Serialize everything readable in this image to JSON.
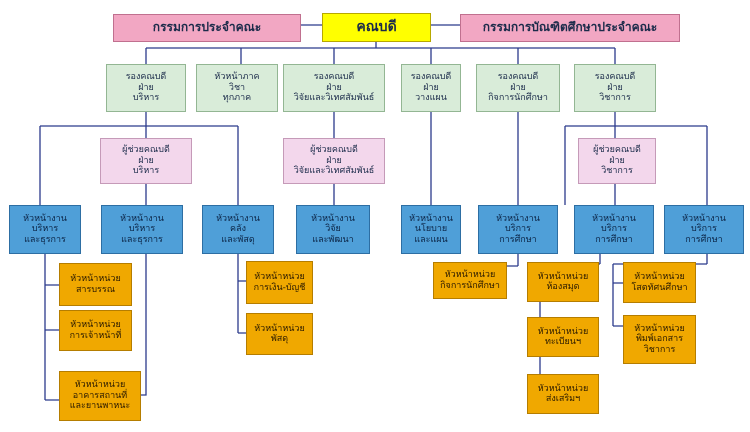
{
  "top": {
    "dean": "คณบดี",
    "faculty_committee": "กรรมการประจำคณะ",
    "graduate_committee": "กรรมการบัณฑิตศึกษาประจำคณะ"
  },
  "level2": {
    "vd_admin": [
      "รองคณบดี",
      "ฝ่าย",
      "บริหาร"
    ],
    "dept_heads": [
      "หัวหน้าภาค",
      "วิชา",
      "ทุกภาค"
    ],
    "vd_research": [
      "รองคณบดี",
      "ฝ่าย",
      "วิจัยและวิเทศสัมพันธ์"
    ],
    "vd_planning": [
      "รองคณบดี",
      "ฝ่าย",
      "วางแผน"
    ],
    "vd_student": [
      "รองคณบดี",
      "ฝ่าย",
      "กิจการนักศึกษา"
    ],
    "vd_academic": [
      "รองคณบดี",
      "ฝ่าย",
      "วิชาการ"
    ]
  },
  "assistants": {
    "admin": [
      "ผู้ช่วยคณบดี",
      "ฝ่าย",
      "บริหาร"
    ],
    "research": [
      "ผู้ช่วยคณบดี",
      "ฝ่าย",
      "วิจัยและวิเทศสัมพันธ์"
    ],
    "academic": [
      "ผู้ช่วยคณบดี",
      "ฝ่าย",
      "วิชาการ"
    ]
  },
  "sections": {
    "general_1": [
      "หัวหน้างาน",
      "บริหาร",
      "และธุรการ"
    ],
    "general_2": [
      "หัวหน้างาน",
      "บริหาร",
      "และธุรการ"
    ],
    "treasury": [
      "หัวหน้างาน",
      "คลัง",
      "และพัสดุ"
    ],
    "research": [
      "หัวหน้างาน",
      "วิจัย",
      "และพัฒนา"
    ],
    "policy": [
      "หัวหน้างาน",
      "นโยบาย",
      "และแผน"
    ],
    "edu_student": [
      "หัวหน้างาน",
      "บริการ",
      "การศึกษา"
    ],
    "edu_1": [
      "หัวหน้างาน",
      "บริการ",
      "การศึกษา"
    ],
    "edu_2": [
      "หัวหน้างาน",
      "บริการ",
      "การศึกษา"
    ]
  },
  "units": {
    "saraban": [
      "หัวหน้าหน่วย",
      "สารบรรณ"
    ],
    "personnel": [
      "หัวหน้าหน่วย",
      "การเจ้าหน้าที่"
    ],
    "buildings": [
      "หัวหน้าหน่วย",
      "อาคารสถานที่",
      "และยานพาหนะ"
    ],
    "finance": [
      "หัวหน้าหน่วย",
      "การเงิน-บัญชี"
    ],
    "supplies": [
      "หัวหน้าหน่วย",
      "พัสดุ"
    ],
    "student_affairs": [
      "หัวหน้าหน่วย",
      "กิจการนักศึกษา"
    ],
    "library": [
      "หัวหน้าหน่วย",
      "ห้องสมุด"
    ],
    "registration": [
      "หัวหน้าหน่วย",
      "ทะเบียนฯ"
    ],
    "promotion": [
      "หัวหน้าหน่วย",
      "ส่งเสริมฯ"
    ],
    "av": [
      "หัวหน้าหน่วย",
      "โสตทัศนศึกษา"
    ],
    "printing": [
      "หัวหน้าหน่วย",
      "พิมพ์เอกสาร",
      "วิชาการ"
    ]
  },
  "colors": {
    "line": "#2b3a8c",
    "pink": "#f2a7c3",
    "yellow": "#ffff00",
    "mint": "#d9ecd9",
    "lavender": "#f3d7ec",
    "blue": "#4f9fd8",
    "orange": "#f0a800"
  }
}
